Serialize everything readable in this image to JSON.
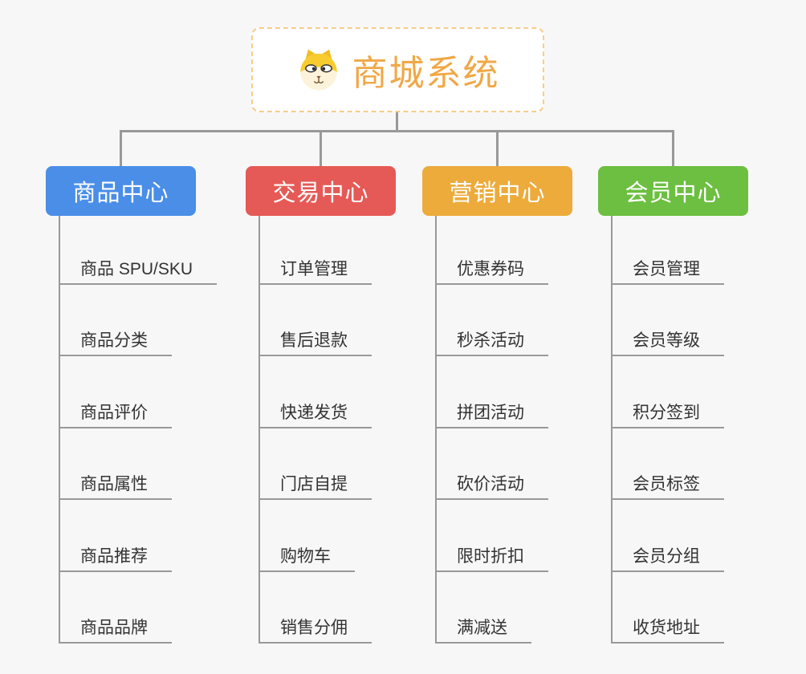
{
  "background_color": "#f7f7f7",
  "connector_color": "#999999",
  "root": {
    "label": "商城系统",
    "text_color": "#f0a846",
    "border_color": "#f7cd8c",
    "icon": "shiba-dog-face"
  },
  "branches": [
    {
      "label": "商品中心",
      "color": "#4a8ee8",
      "children": [
        "商品 SPU/SKU",
        "商品分类",
        "商品评价",
        "商品属性",
        "商品推荐",
        "商品品牌"
      ]
    },
    {
      "label": "交易中心",
      "color": "#e55a56",
      "children": [
        "订单管理",
        "售后退款",
        "快递发货",
        "门店自提",
        "购物车",
        "销售分佣"
      ]
    },
    {
      "label": "营销中心",
      "color": "#edab3c",
      "children": [
        "优惠券码",
        "秒杀活动",
        "拼团活动",
        "砍价活动",
        "限时折扣",
        "满减送"
      ]
    },
    {
      "label": "会员中心",
      "color": "#6cbf40",
      "children": [
        "会员管理",
        "会员等级",
        "积分签到",
        "会员标签",
        "会员分组",
        "收货地址"
      ]
    }
  ]
}
